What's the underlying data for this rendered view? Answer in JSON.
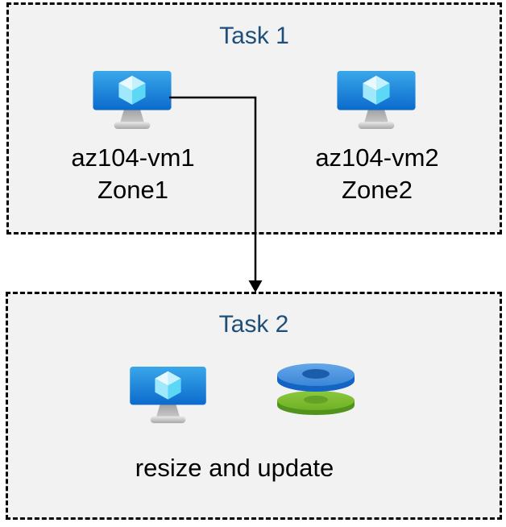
{
  "diagram": {
    "task1": {
      "title": "Task 1",
      "vms": [
        {
          "name": "az104-vm1",
          "zone": "Zone1"
        },
        {
          "name": "az104-vm2",
          "zone": "Zone2"
        }
      ]
    },
    "task2": {
      "title": "Task 2",
      "caption": "resize and update"
    },
    "icons": {
      "vm": "virtual-machine-icon",
      "disks": "managed-disks-icon",
      "arrow": "elbow-arrow-connector"
    },
    "colors": {
      "task_title": "#1f4e79",
      "box_fill": "#f2f2f2",
      "box_border": "#000000",
      "label_text": "#000000",
      "vm_screen_top": "#3aa7ea",
      "vm_screen_bottom": "#0b6acc",
      "cube_left_face": "#a0e8fb",
      "cube_right_face": "#5cd7f6",
      "disk_blue_top": "#3b86d8",
      "disk_blue_side": "#1464c4",
      "disk_green_top": "#6fb125",
      "disk_green_side": "#52941b"
    },
    "connector": {
      "from": "az104-vm1",
      "to": "Task 2"
    }
  }
}
